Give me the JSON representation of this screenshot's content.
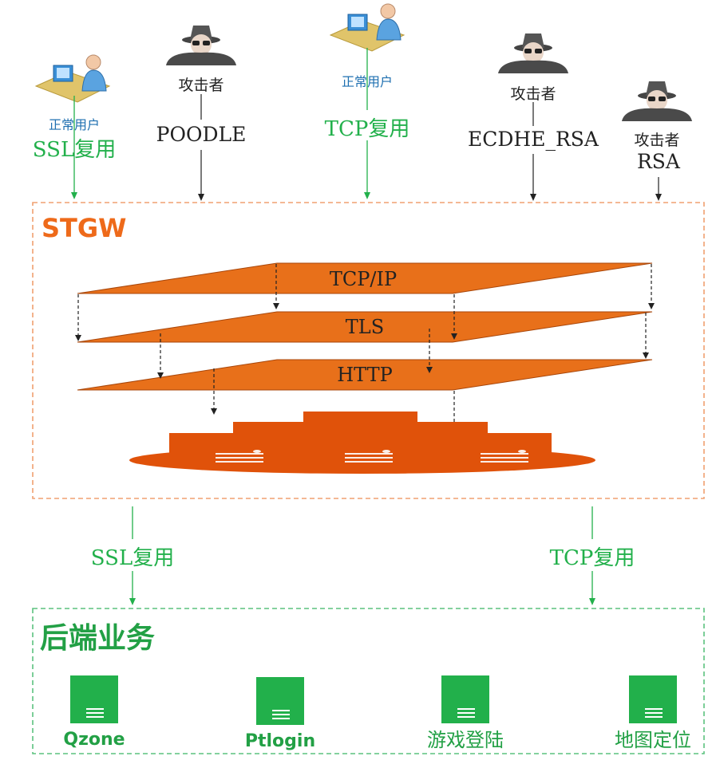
{
  "top": {
    "actors": [
      {
        "role": "正常用户",
        "label": "SSL复用"
      },
      {
        "role": "攻击者",
        "label": "POODLE"
      },
      {
        "role": "正常用户",
        "label": "TCP复用"
      },
      {
        "role": "攻击者",
        "label": "ECDHE_RSA"
      },
      {
        "role": "攻击者",
        "label": "RSA"
      }
    ]
  },
  "stgw": {
    "title": "STGW",
    "layers": [
      "TCP/IP",
      "TLS",
      "HTTP"
    ]
  },
  "links": {
    "left": "SSL复用",
    "right": "TCP复用"
  },
  "backend": {
    "title": "后端业务",
    "services": [
      "Qzone",
      "Ptlogin",
      "游戏登陆",
      "地图定位"
    ]
  },
  "colors": {
    "green": "#22b04b",
    "orange": "#e8701a",
    "dark_orange": "#e0520a",
    "dash_orange": "#f0a070",
    "dash_green": "#5cc27e"
  }
}
